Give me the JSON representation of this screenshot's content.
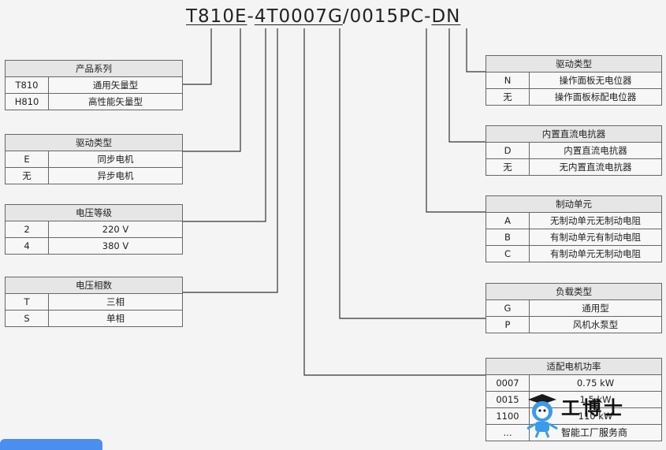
{
  "model": {
    "segments": [
      "T810",
      "E",
      "-",
      "4",
      "T",
      "0007",
      "G",
      "/0015",
      "P",
      "C",
      "-",
      "D",
      "N"
    ]
  },
  "left_tables": [
    {
      "title": "产品系列",
      "rows": [
        {
          "code": "T810",
          "desc": "通用矢量型"
        },
        {
          "code": "H810",
          "desc": "高性能矢量型"
        }
      ]
    },
    {
      "title": "驱动类型",
      "rows": [
        {
          "code": "E",
          "desc": "同步电机"
        },
        {
          "code": "无",
          "desc": "异步电机"
        }
      ]
    },
    {
      "title": "电压等级",
      "rows": [
        {
          "code": "2",
          "desc": "220 V"
        },
        {
          "code": "4",
          "desc": "380 V"
        }
      ]
    },
    {
      "title": "电压相数",
      "rows": [
        {
          "code": "T",
          "desc": "三相"
        },
        {
          "code": "S",
          "desc": "单相"
        }
      ]
    }
  ],
  "right_tables": [
    {
      "title": "驱动类型",
      "rows": [
        {
          "code": "N",
          "desc": "操作面板无电位器"
        },
        {
          "code": "无",
          "desc": "操作面板标配电位器"
        }
      ]
    },
    {
      "title": "内置直流电抗器",
      "rows": [
        {
          "code": "D",
          "desc": "内置直流电抗器"
        },
        {
          "code": "无",
          "desc": "无内置直流电抗器"
        }
      ]
    },
    {
      "title": "制动单元",
      "rows": [
        {
          "code": "A",
          "desc": "无制动单元无制动电阻"
        },
        {
          "code": "B",
          "desc": "有制动单元有制动电阻"
        },
        {
          "code": "C",
          "desc": "有制动单元无制动电阻"
        }
      ]
    },
    {
      "title": "负载类型",
      "rows": [
        {
          "code": "G",
          "desc": "通用型"
        },
        {
          "code": "P",
          "desc": "风机水泵型"
        }
      ]
    },
    {
      "title": "适配电机功率",
      "rows": [
        {
          "code": "0007",
          "desc": "0.75 kW"
        },
        {
          "code": "0015",
          "desc": "1.5 kW"
        },
        {
          "code": "1100",
          "desc": "110 kW"
        },
        {
          "code": "...",
          "desc": ""
        }
      ]
    }
  ],
  "watermark": {
    "title": "工博士",
    "subtitle": "智能工厂服务商"
  }
}
